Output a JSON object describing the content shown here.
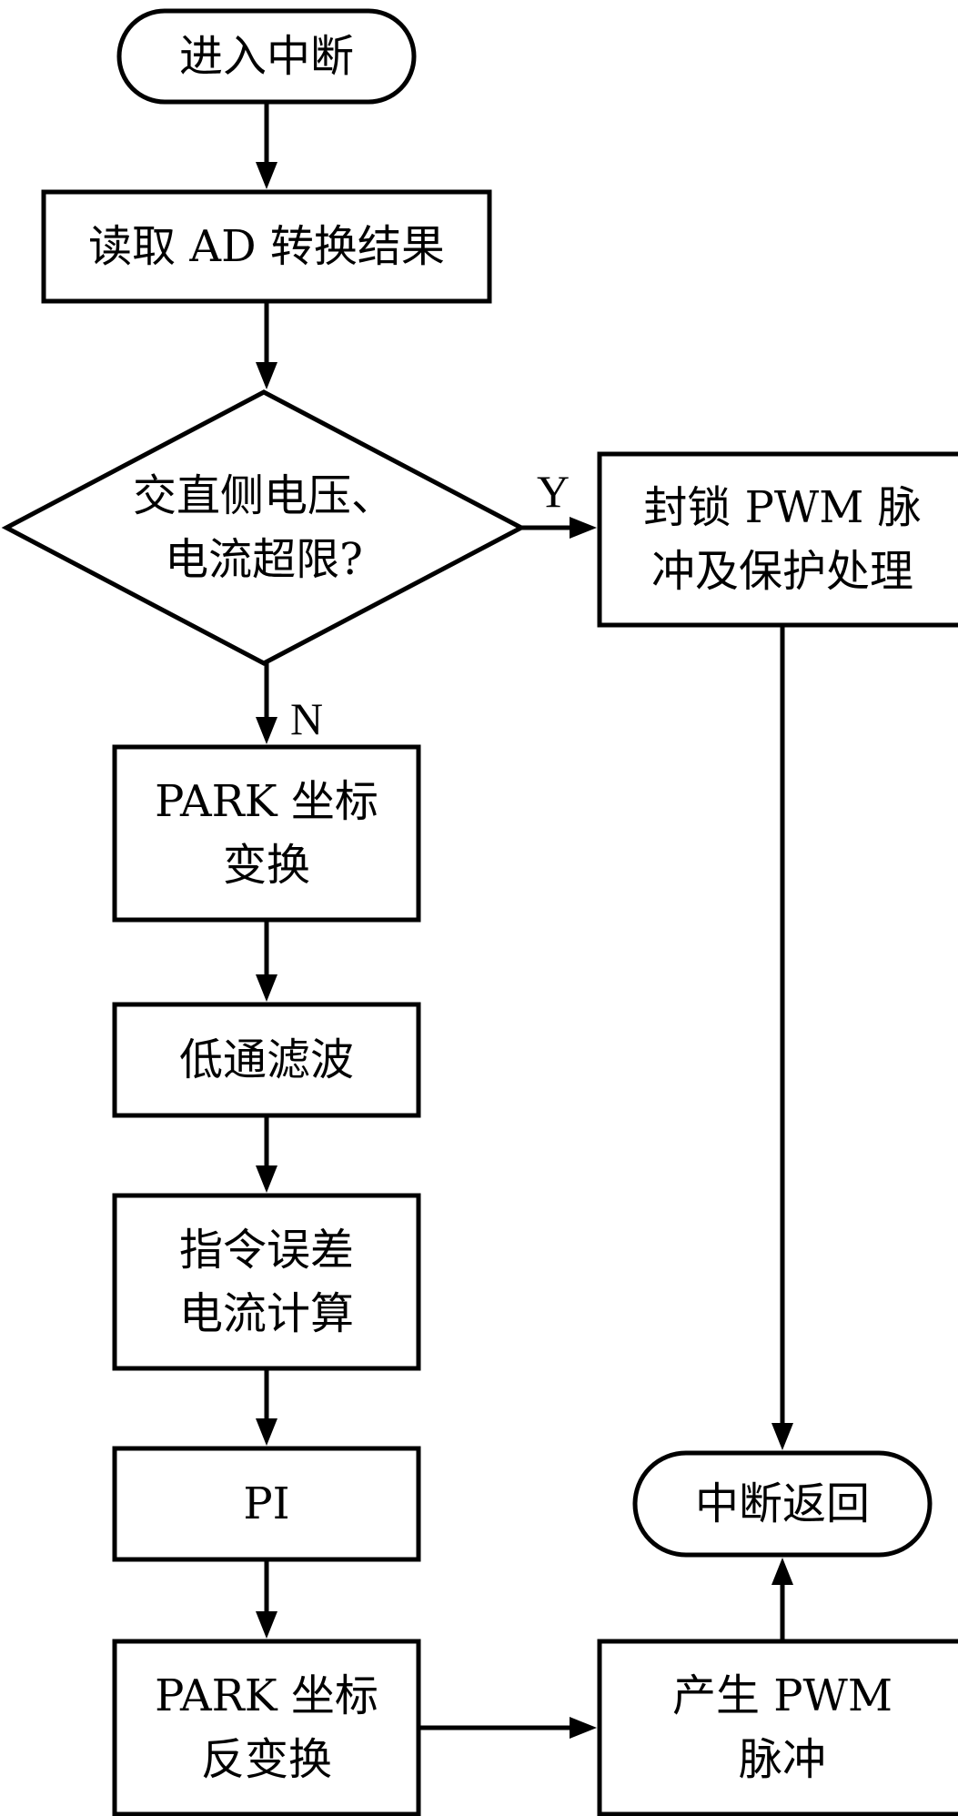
{
  "nodes": {
    "start": {
      "shape": "terminal",
      "lines": [
        "进入中断"
      ]
    },
    "read_ad": {
      "shape": "process",
      "lines": [
        "读取 AD 转换结果"
      ]
    },
    "check_limit": {
      "shape": "decision",
      "lines": [
        "交直侧电压、",
        "电流超限?"
      ]
    },
    "block_pwm": {
      "shape": "process",
      "lines": [
        "封锁 PWM 脉",
        "冲及保护处理"
      ]
    },
    "park": {
      "shape": "process",
      "lines": [
        "PARK 坐标",
        "变换"
      ]
    },
    "lowpass": {
      "shape": "process",
      "lines": [
        "低通滤波"
      ]
    },
    "cmd_error": {
      "shape": "process",
      "lines": [
        "指令误差",
        "电流计算"
      ]
    },
    "pi": {
      "shape": "process",
      "lines": [
        "PI"
      ]
    },
    "inv_park": {
      "shape": "process",
      "lines": [
        "PARK 坐标",
        "反变换"
      ]
    },
    "gen_pwm": {
      "shape": "process",
      "lines": [
        "产生 PWM",
        "脉冲"
      ]
    },
    "return": {
      "shape": "terminal",
      "lines": [
        "中断返回"
      ]
    }
  },
  "edges": [
    {
      "from": "start",
      "to": "read_ad",
      "label": ""
    },
    {
      "from": "read_ad",
      "to": "check_limit",
      "label": ""
    },
    {
      "from": "check_limit",
      "to": "block_pwm",
      "label": "Y"
    },
    {
      "from": "check_limit",
      "to": "park",
      "label": "N"
    },
    {
      "from": "park",
      "to": "lowpass",
      "label": ""
    },
    {
      "from": "lowpass",
      "to": "cmd_error",
      "label": ""
    },
    {
      "from": "cmd_error",
      "to": "pi",
      "label": ""
    },
    {
      "from": "pi",
      "to": "inv_park",
      "label": ""
    },
    {
      "from": "inv_park",
      "to": "gen_pwm",
      "label": ""
    },
    {
      "from": "gen_pwm",
      "to": "return",
      "label": ""
    },
    {
      "from": "block_pwm",
      "to": "return",
      "label": ""
    }
  ]
}
